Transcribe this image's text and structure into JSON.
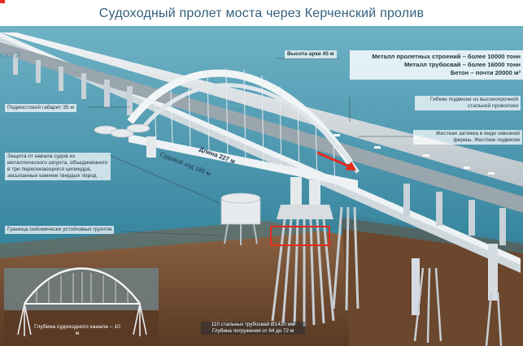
{
  "title": "Судоходный пролет моста через Керченский пролив",
  "logo_text": "СКИЙ",
  "labels": {
    "arch_height": "Высота арки 45 м",
    "underbridge_clearance": "Подмостовой габарит 35 м",
    "length": "Длина 227 м",
    "ship_passage": "Судовой ход 185 м",
    "flexible_hangers": "Гибкие подвески из высокопрочной стальной проволоки",
    "rigid_tie": "Жесткая затяжка в виде сквозной фермы. Жесткие подвески",
    "ship_protection": "Защита от навала судов из металлического шпунта, объединенного в три пересекающихся цилиндра, засыпанных камнем твердых пород",
    "seismic_boundary": "Граница сейсмически устойчивых грунтов",
    "channel_depth": "Глубина судоходного канала – 10 м",
    "pipe_piles": "110 стальных трубосвай  Ø1420 мм",
    "pile_depth": "Глубина погружения от 64 до 72 м"
  },
  "stats": [
    "Металл пролетных строений – более 10000 тонн",
    "Металл трубосвай – более 16000 тонн",
    "Бетон – почти 20000 м³"
  ],
  "colors": {
    "accent_red": "#e52a1e",
    "water": "#3f8fa8",
    "title": "#345f7c",
    "steel": "#eef2f4",
    "soil": "#7a5436"
  }
}
